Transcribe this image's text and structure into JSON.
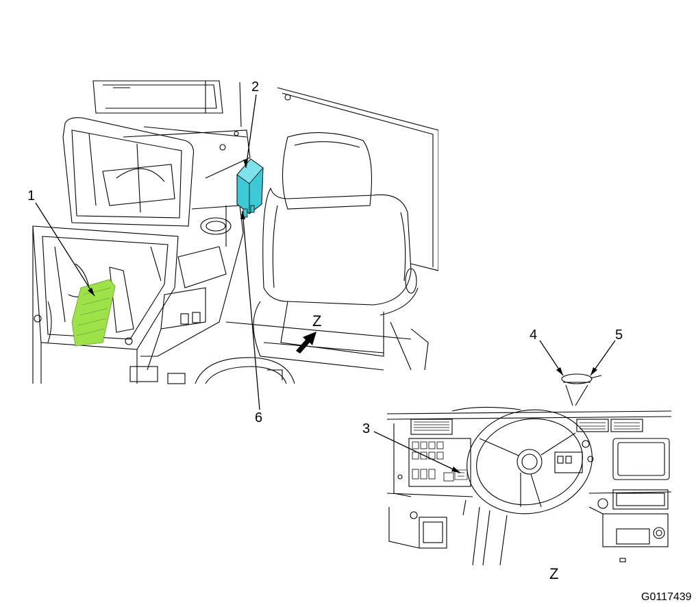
{
  "callouts": {
    "c1": "1",
    "c2": "2",
    "c3": "3",
    "c4": "4",
    "c5": "5",
    "c6": "6"
  },
  "view_labels": {
    "arrow_view": "Z",
    "detail_view": "Z"
  },
  "figure_id": "G0117439",
  "colors": {
    "highlight_green": "#9ee24a",
    "highlight_cyan": "#3ec9d6",
    "line": "#000000"
  }
}
